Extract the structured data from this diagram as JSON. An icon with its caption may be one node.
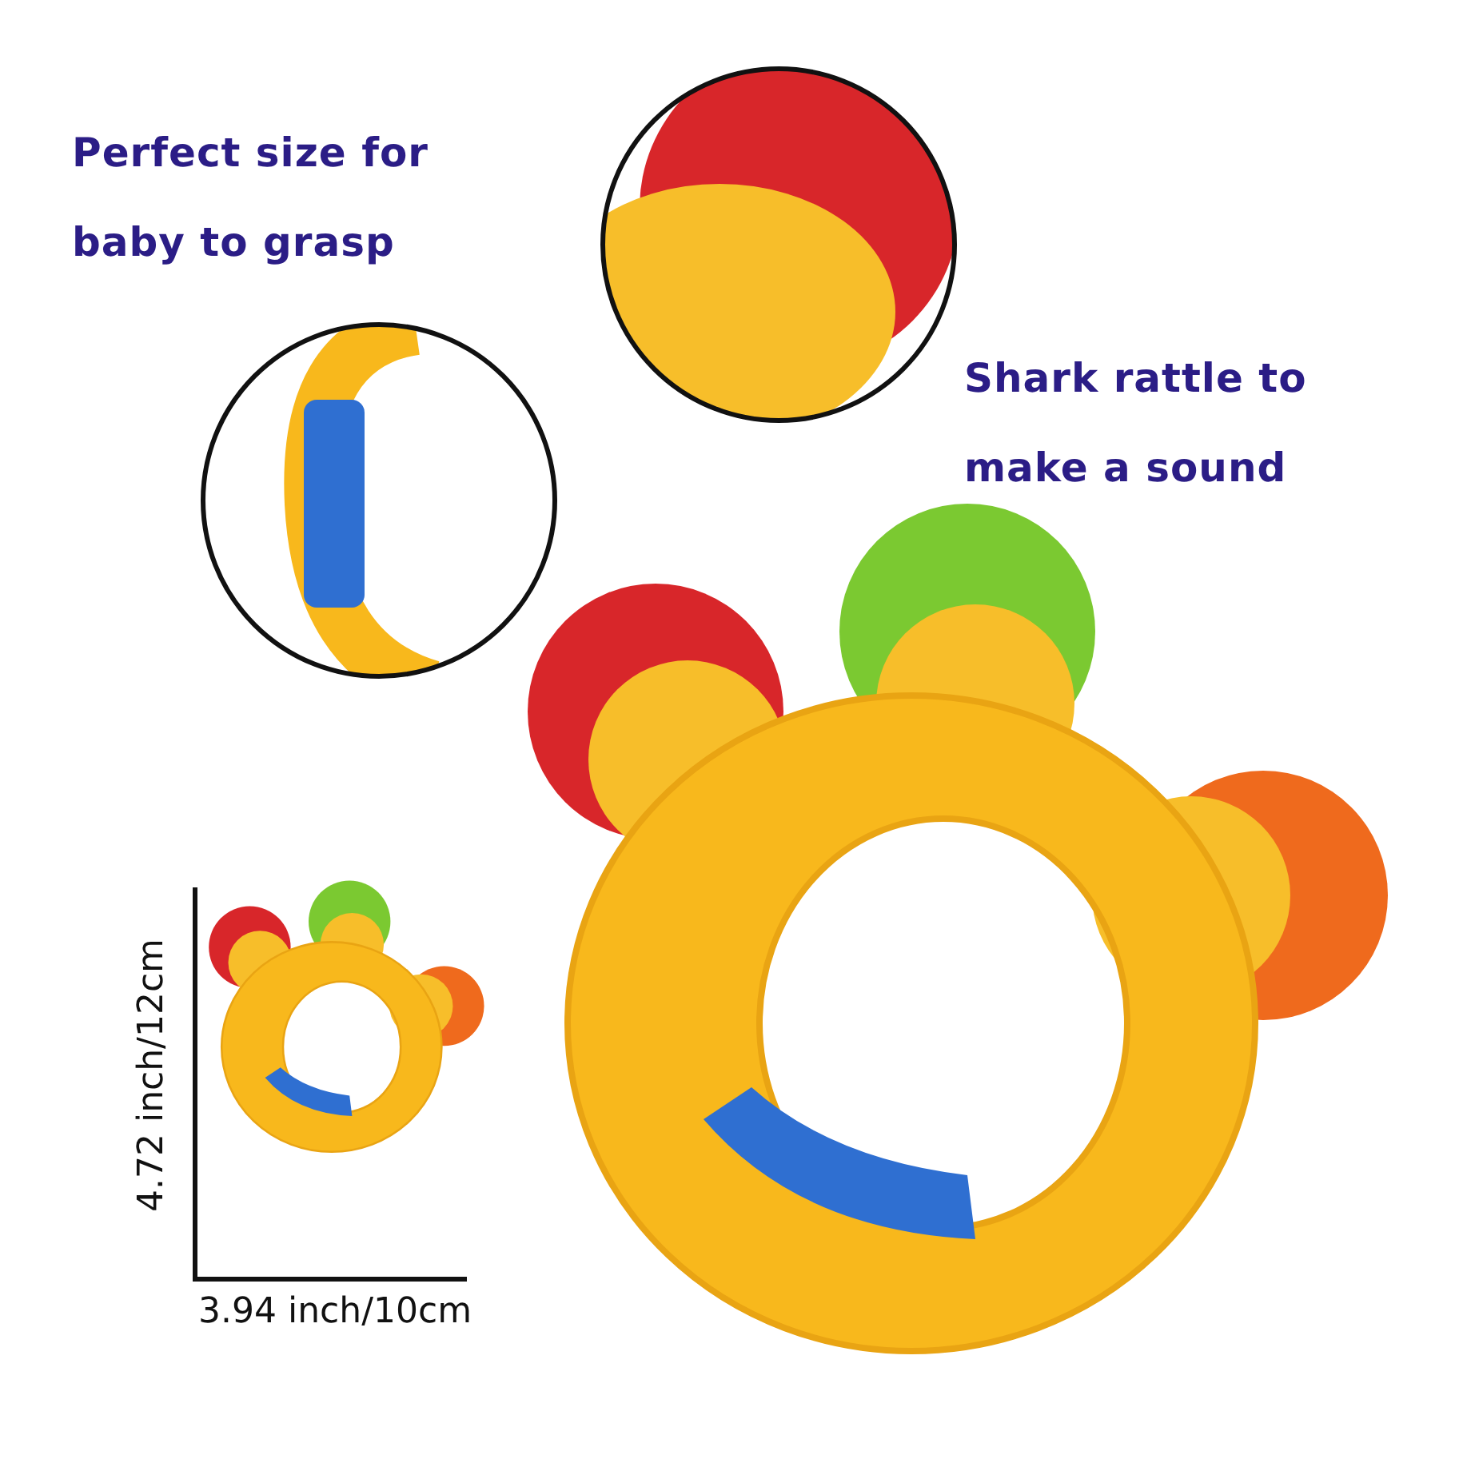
{
  "diagram": {
    "labels": [
      "Perfect size for baby to grasp",
      "Shark rattle to make a sound",
      "4.72 inch/12cm",
      "3.94 inch/10cm"
    ]
  }
}
